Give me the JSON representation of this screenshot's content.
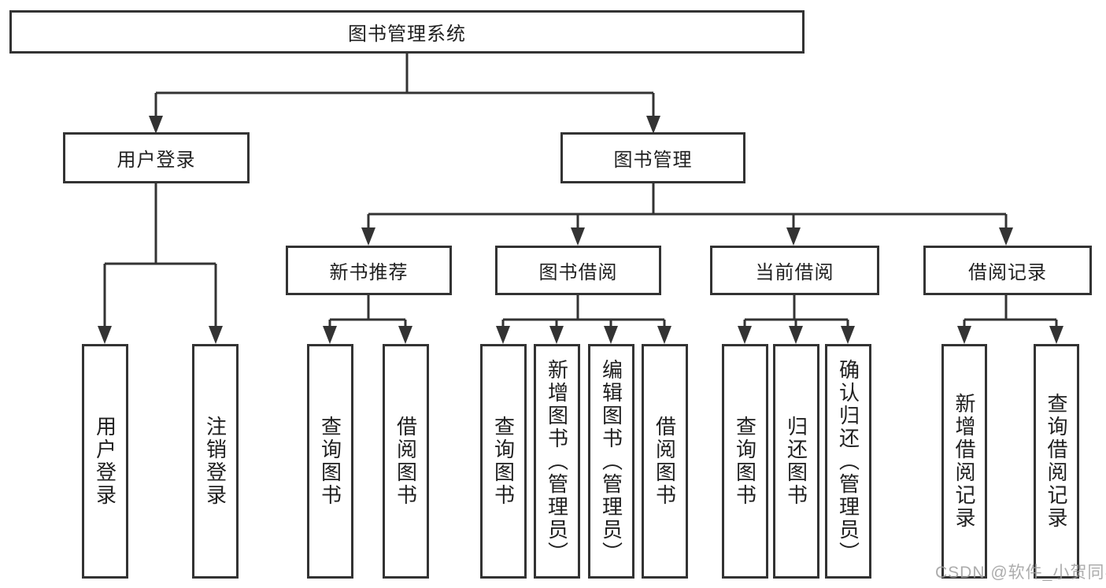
{
  "colors": {
    "line": "#333333",
    "text": "#1f1f1f",
    "watermark": "#9e9e9e",
    "background": "#ffffff"
  },
  "watermark": {
    "text": "CSDN @软件_小贺同学"
  },
  "tree": {
    "label": "图书管理系统",
    "children": [
      {
        "label": "用户登录",
        "children": [
          {
            "label": "用户登录"
          },
          {
            "label": "注销登录"
          }
        ]
      },
      {
        "label": "图书管理",
        "children": [
          {
            "label": "新书推荐",
            "children": [
              {
                "label": "查询图书"
              },
              {
                "label": "借阅图书"
              }
            ]
          },
          {
            "label": "图书借阅",
            "children": [
              {
                "label": "查询图书"
              },
              {
                "label": "新增图书（管理员）"
              },
              {
                "label": "编辑图书（管理员）"
              },
              {
                "label": "借阅图书"
              }
            ]
          },
          {
            "label": "当前借阅",
            "children": [
              {
                "label": "查询图书"
              },
              {
                "label": "归还图书"
              },
              {
                "label": "确认归还（管理员）"
              }
            ]
          },
          {
            "label": "借阅记录",
            "children": [
              {
                "label": "新增借阅记录"
              },
              {
                "label": "查询借阅记录"
              }
            ]
          }
        ]
      }
    ]
  }
}
